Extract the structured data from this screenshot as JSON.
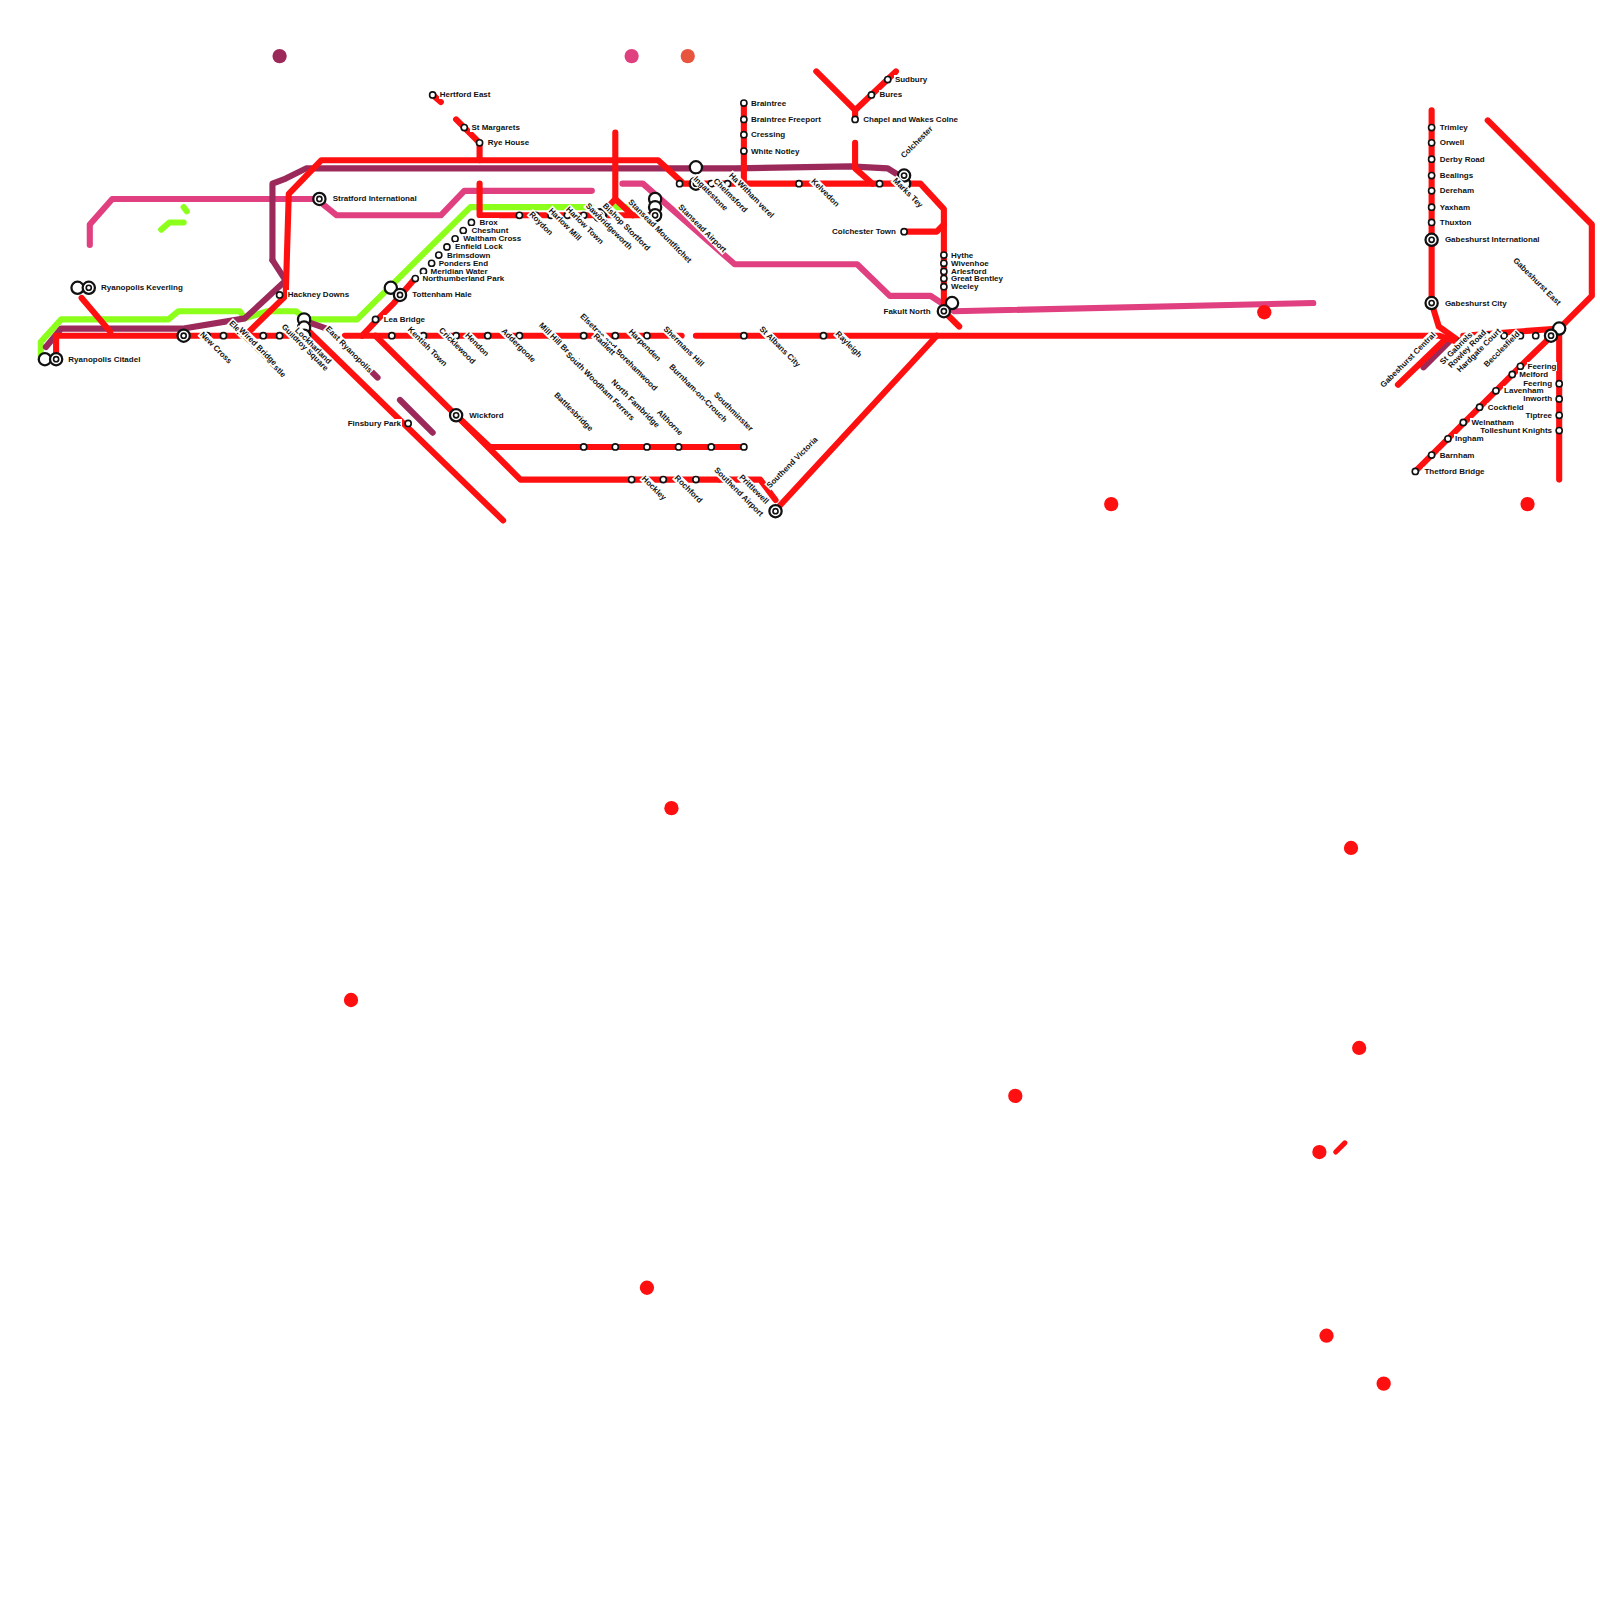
{
  "diagram": {
    "labels": [
      "Hertford East",
      "St Margarets",
      "Rye House",
      "Stratford International",
      "Ryanopolis Keverling",
      "Ryanopolis Citadel",
      "Hackney Downs",
      "Brox",
      "Cheshunt",
      "Waltham Cross",
      "Enfield Lock",
      "Brimsdown",
      "Ponders End",
      "Meridian Water",
      "Northumberland Park",
      "Tottenham Hale",
      "Lea Bridge",
      "Finsbury Park",
      "Wickford",
      "Braintree",
      "Braintree Freeport",
      "Cressing",
      "White Notley",
      "Sudbury",
      "Bures",
      "Chapel and Wakes Colne",
      "Colchester Town",
      "Hythe",
      "Wivenhoe",
      "Arlesford",
      "Great Bentley",
      "Weeley",
      "Fakult North",
      "Trimley",
      "Orwell",
      "Derby Road",
      "Bealings",
      "Dereham",
      "Yaxham",
      "Thuxton",
      "Gabeshurst International",
      "Gabeshurst City",
      "Feering",
      "Melford",
      "Lavenham",
      "Cockfield",
      "Welnatham",
      "Ingham",
      "Barnham",
      "Thetford Bridge",
      "Feering",
      "Inworth",
      "Tiptree",
      "Tolleshunt Knights",
      "New Cross",
      "Elephant and Castle",
      "Wired Bridge",
      "Guildroy Square",
      "Lockharland",
      "East Ryanopolis",
      "Kentish Town",
      "Cricklewood",
      "Hendon",
      "Addergoole",
      "Mill Hill Broadway",
      "Elsetree and Borehamwood",
      "Radlett",
      "Harpenden",
      "Shermans Hill",
      "St Albans City",
      "Rayleigh",
      "Roydon",
      "Harlow Mill",
      "Harlow Town",
      "Sawbridgeworth",
      "Bishop Stortford",
      "Stansead Mountfitchet",
      "Stansead Airport",
      "Ingatestone",
      "Chelmsford",
      "Hatfield Peverel",
      "Witham",
      "Kelvedon",
      "Marks Tey",
      "Hockley",
      "Rochford",
      "Southend Airport",
      "Prittlewell",
      "Battlesbridge",
      "South Woodham Ferrers",
      "North Fambridge",
      "Althorne",
      "Burnham-on-Crouch",
      "Southminster",
      "Gabeshurst East",
      "Southend Victoria",
      "Colchester",
      "Gabeshurst Central",
      "St Gabriels",
      "Rowley Road",
      "Hardgate Court",
      "Becclesfield"
    ]
  }
}
